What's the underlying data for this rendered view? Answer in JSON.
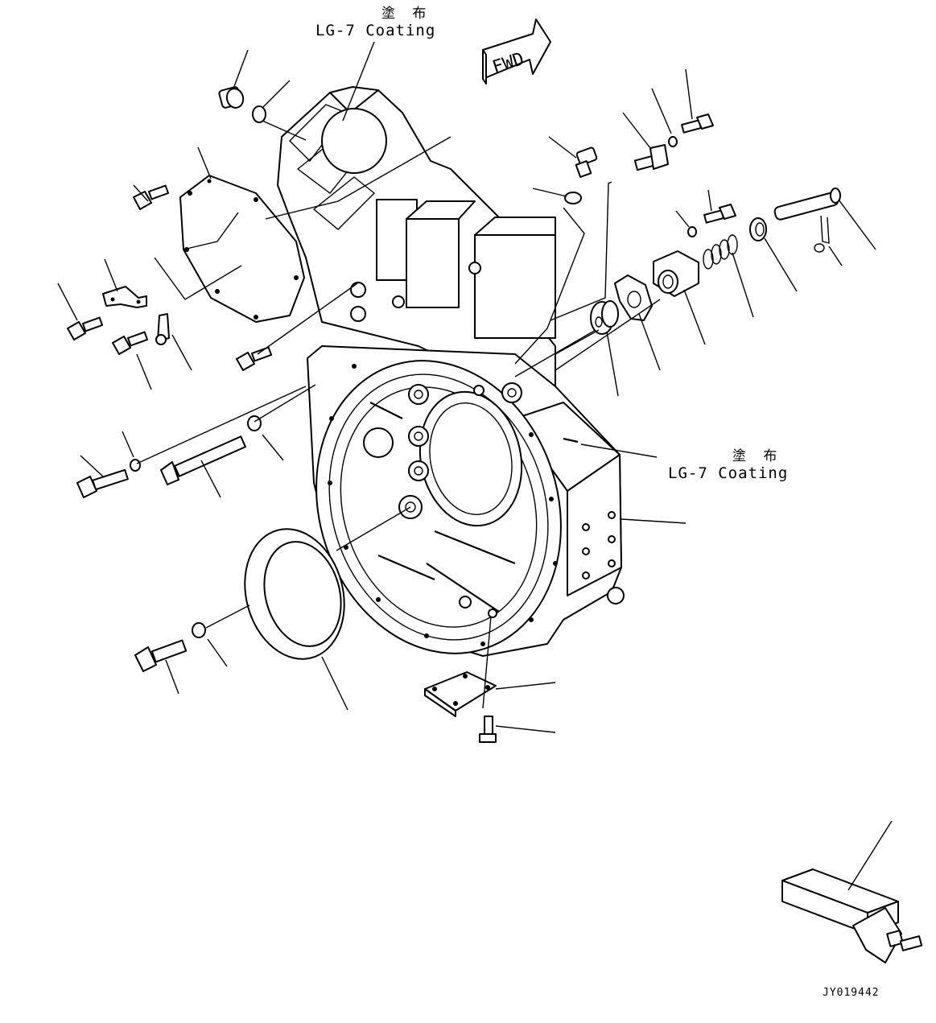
{
  "notes": {
    "top": {
      "jp": "塗 布",
      "en": "LG-7 Coating"
    },
    "right": {
      "jp": "塗 布",
      "en": "LG-7 Coating"
    }
  },
  "fwd_arrow_text": "FWD",
  "drawing_code": "JY019442",
  "colors": {
    "ink": "#000000",
    "paper": "#ffffff"
  }
}
